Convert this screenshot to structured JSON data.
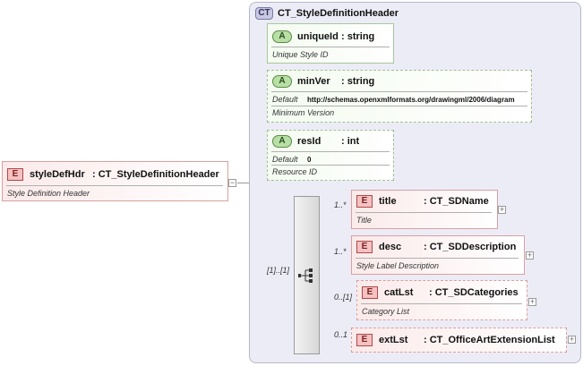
{
  "root": {
    "badge": "E",
    "name": "styleDefHdr",
    "type": ": CT_StyleDefinitionHeader",
    "desc": "Style Definition Header"
  },
  "complex_type": {
    "badge": "CT",
    "name": "CT_StyleDefinitionHeader"
  },
  "attributes": [
    {
      "badge": "A",
      "name": "uniqueId",
      "type": ": string",
      "desc": "Unique Style ID"
    },
    {
      "badge": "A",
      "name": "minVer",
      "type": ": string",
      "default_label": "Default",
      "default_value": "http://schemas.openxmlformats.org/drawingml/2006/diagram",
      "desc": "Minimum Version"
    },
    {
      "badge": "A",
      "name": "resId",
      "type": ": int",
      "default_label": "Default",
      "default_value": "0",
      "desc": "Resource ID"
    }
  ],
  "sequence": {
    "occurrence": "[1]..[1]"
  },
  "elements": [
    {
      "badge": "E",
      "name": "title",
      "type": ": CT_SDName",
      "desc": "Title",
      "occurrence": "1..*"
    },
    {
      "badge": "E",
      "name": "desc",
      "type": ": CT_SDDescription",
      "desc": "Style Label Description",
      "occurrence": "1..*"
    },
    {
      "badge": "E",
      "name": "catLst",
      "type": ": CT_SDCategories",
      "desc": "Category List",
      "occurrence": "0..[1]"
    },
    {
      "badge": "E",
      "name": "extLst",
      "type": ": CT_OfficeArtExtensionList",
      "desc": "",
      "occurrence": "0..1"
    }
  ],
  "icons": {
    "expand": "+",
    "collapse": "−"
  }
}
